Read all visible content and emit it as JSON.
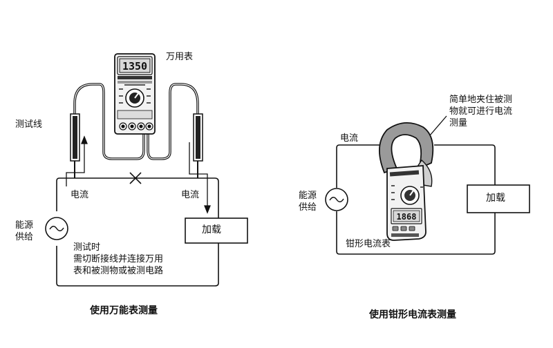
{
  "left_diagram": {
    "multimeter_label": "万用表",
    "meter_reading": "1350",
    "test_lead_label": "测试线",
    "current_left": "电流",
    "current_right": "电流",
    "source_label": "能源\n供给",
    "load_label": "加载",
    "note": "测试时\n需切断接线并连接万用\n表和被测物或被测电路",
    "caption": "使用万能表测量"
  },
  "right_diagram": {
    "current_label": "电流",
    "clamp_note": "简单地夹住被测\n物就可进行电流\n测量",
    "source_label": "能源\n供给",
    "load_label": "加载",
    "meter_reading": "1868",
    "clamp_meter_label": "钳形电流表",
    "caption": "使用钳形电流表测量"
  },
  "colors": {
    "line": "#111111",
    "meter_body": "#f2f2f2",
    "meter_display": "#d8d8d8",
    "clamp_jaw": "#9a9a9a"
  }
}
